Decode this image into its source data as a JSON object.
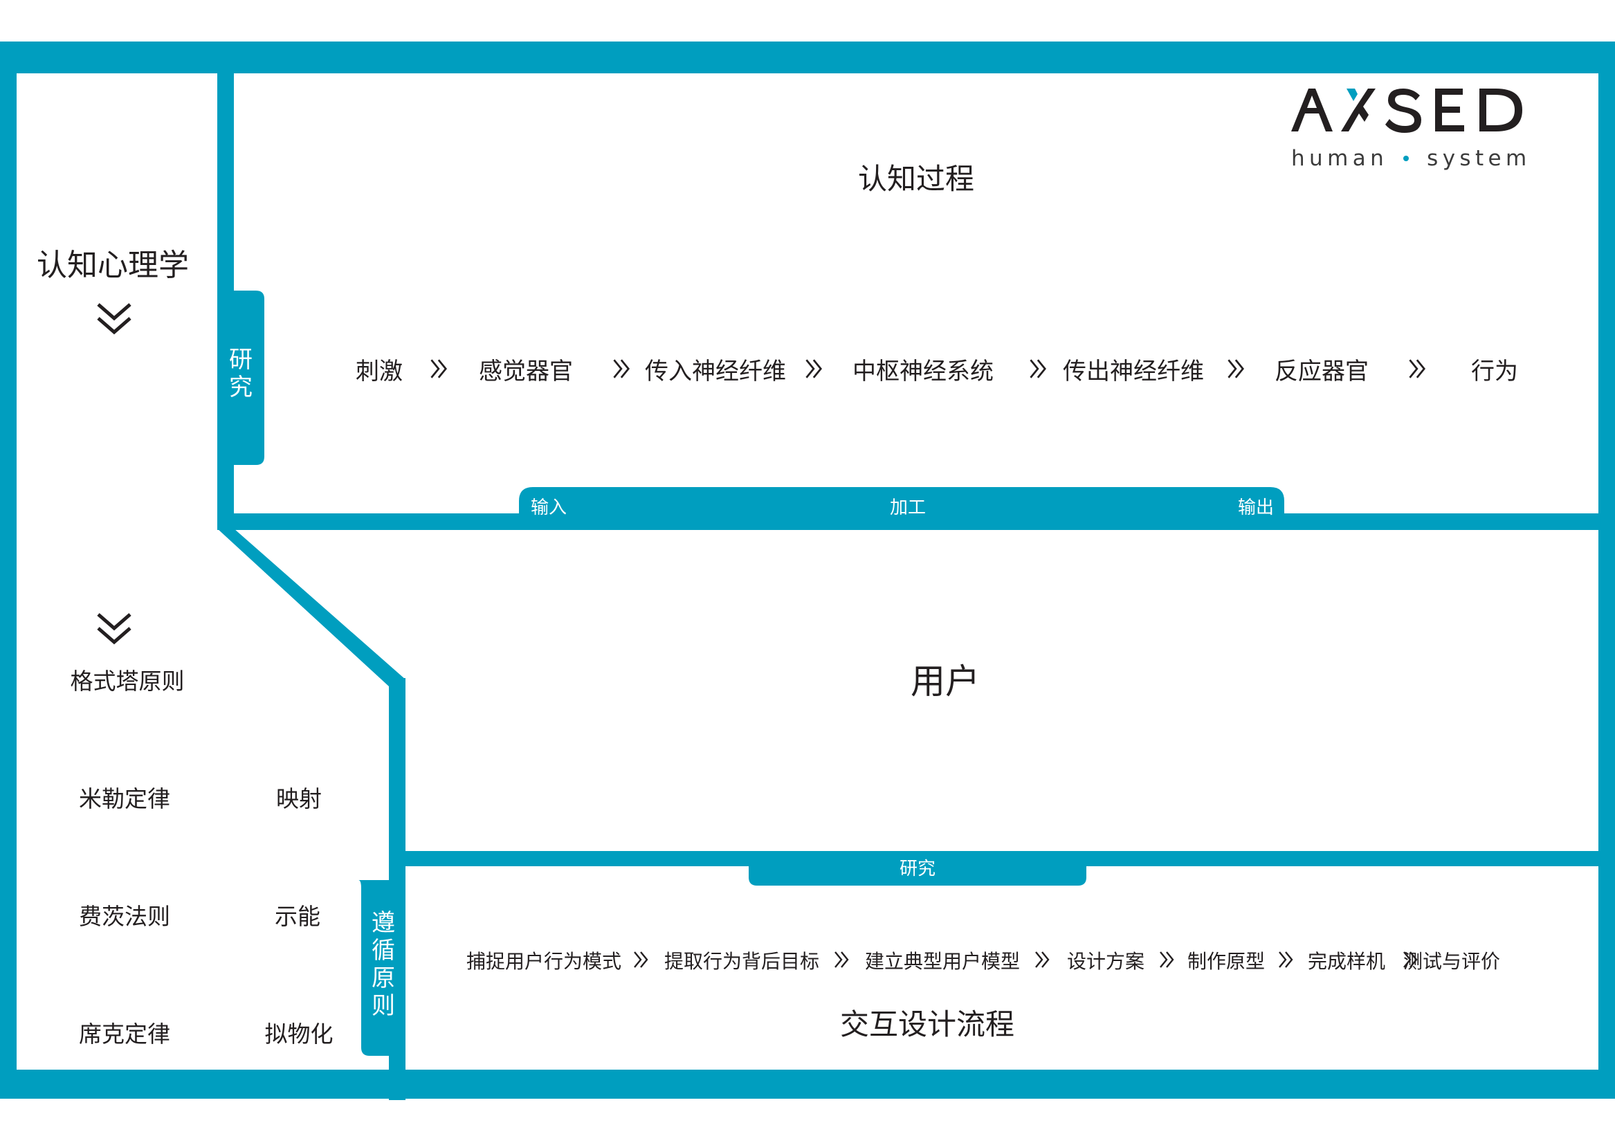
{
  "colors": {
    "frame": "#009ebf",
    "text": "#231f20",
    "label_on_frame": "#ffffff",
    "logo_dot": "#009ebf"
  },
  "logo": {
    "word": "AXSED",
    "tagline_left": "human",
    "tagline_right": "system"
  },
  "left_panel": {
    "title": "认知心理学",
    "arrow_top_icon": "double-chevron-down-icon",
    "arrow_mid_icon": "double-chevron-down-icon",
    "gestalt": "格式塔原则",
    "principles": [
      {
        "left": "米勒定律",
        "right": "映射"
      },
      {
        "left": "费茨法则",
        "right": "示能"
      },
      {
        "left": "席克定律",
        "right": "拟物化"
      }
    ]
  },
  "cognition": {
    "title": "认知过程",
    "side_tab": "研究",
    "steps": [
      "刺激",
      "感觉器官",
      "传入神经纤维",
      "中枢神经系统",
      "传出神经纤维",
      "反应器官",
      "行为"
    ],
    "arrow_icon": "double-chevron-right-icon",
    "bottom_tabs": {
      "input": "输入",
      "process": "加工",
      "output": "输出"
    }
  },
  "user": {
    "title": "用户",
    "research_tab": "研究"
  },
  "design": {
    "title": "交互设计流程",
    "follow_tab": "遵循原则",
    "steps": [
      "捕捉用户行为模式",
      "提取行为背后目标",
      "建立典型用户模型",
      "设计方案",
      "制作原型",
      "完成样机",
      "测试与评价"
    ],
    "arrow_icon": "double-chevron-right-icon"
  }
}
